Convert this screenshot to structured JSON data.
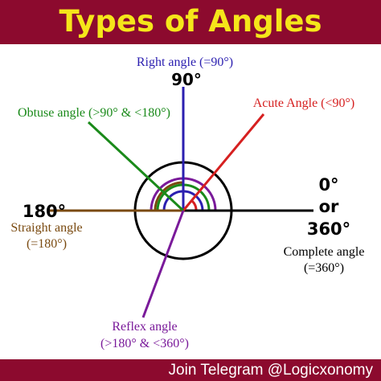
{
  "header": {
    "title": "Types of Angles"
  },
  "labels": {
    "right_angle": "Right angle (=90°)",
    "ninety": "90°",
    "acute_angle": "Acute Angle (<90°)",
    "obtuse_angle": "Obtuse angle (>90° & <180°)",
    "one_eighty": "180°",
    "straight_angle_1": "Straight angle",
    "straight_angle_2": "(=180°)",
    "zero": "0°",
    "or": "or",
    "three_sixty": "360°",
    "complete_angle_1": "Complete angle",
    "complete_angle_2": "(=360°)",
    "reflex_angle_1": "Reflex angle",
    "reflex_angle_2": "(>180° & <360°)"
  },
  "footer": {
    "text": "Join Telegram @Logicxonomy"
  },
  "colors": {
    "banner": "#8c0a2e",
    "title": "#f5e61a",
    "right": "#2b1fb0",
    "acute": "#d62020",
    "obtuse": "#1a8a1a",
    "reflex": "#7a1a9a",
    "straight": "#7a4a10",
    "ray": "#000000"
  }
}
